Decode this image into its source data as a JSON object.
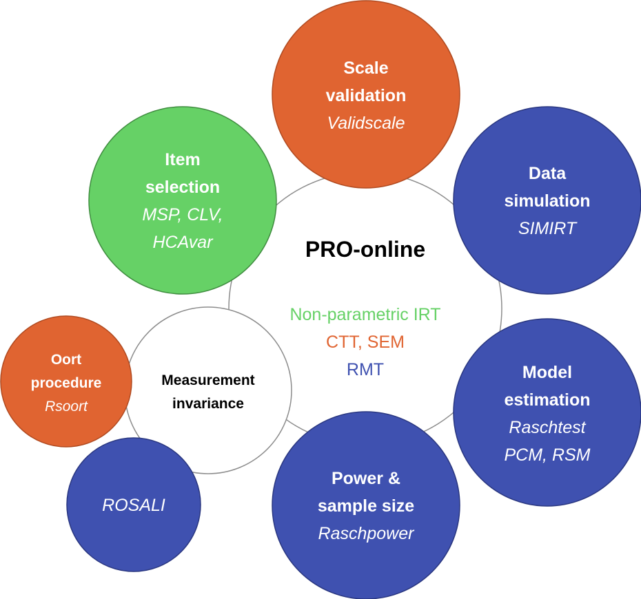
{
  "colors": {
    "orange": "#E06431",
    "blue": "#3F51B0",
    "green": "#66D166",
    "center_green": "#66D166",
    "center_orange": "#E06431",
    "center_blue": "#3F51B0"
  },
  "center": {
    "title": "PRO-online",
    "methods": [
      "Non-parametric IRT",
      "CTT, SEM",
      "RMT"
    ]
  },
  "nodes": {
    "scale_validation": {
      "lines": [
        "Scale",
        "validation"
      ],
      "tool": "Validscale"
    },
    "data_simulation": {
      "lines": [
        "Data",
        "simulation"
      ],
      "tool": "SIMIRT"
    },
    "model_estimation": {
      "lines": [
        "Model",
        "estimation"
      ],
      "tools": [
        "Raschtest",
        "PCM, RSM"
      ]
    },
    "power_sample": {
      "lines": [
        "Power &",
        "sample size"
      ],
      "tool": "Raschpower"
    },
    "item_selection": {
      "lines": [
        "Item",
        "selection"
      ],
      "tools": [
        "MSP, CLV,",
        "HCAvar"
      ]
    },
    "measurement_invariance": {
      "lines": [
        "Measurement",
        "invariance"
      ]
    },
    "oort": {
      "lines": [
        "Oort",
        "procedure"
      ],
      "tool": "Rsoort"
    },
    "rosali": {
      "tool": "ROSALI"
    }
  }
}
